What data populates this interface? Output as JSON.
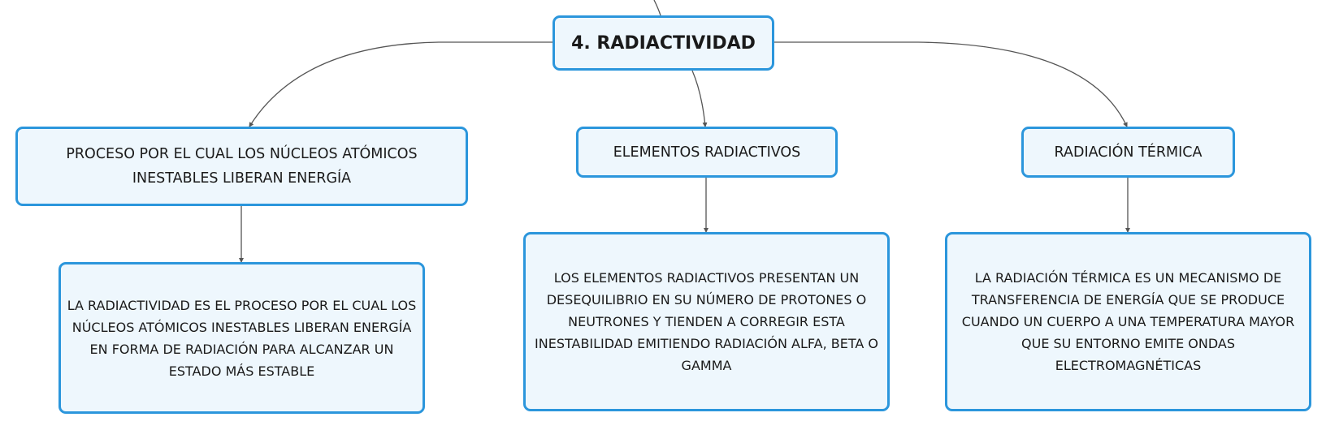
{
  "diagram": {
    "root": {
      "title": "4. RADIACTIVIDAD"
    },
    "branches": [
      {
        "label": "PROCESO POR EL CUAL LOS NÚCLEOS ATÓMICOS INESTABLES LIBERAN ENERGÍA",
        "detail": "LA RADIACTIVIDAD ES EL PROCESO POR EL CUAL LOS NÚCLEOS ATÓMICOS INESTABLES LIBERAN ENERGÍA EN FORMA DE RADIACIÓN PARA ALCANZAR UN ESTADO MÁS ESTABLE"
      },
      {
        "label": "ELEMENTOS RADIACTIVOS",
        "detail": "LOS ELEMENTOS RADIACTIVOS PRESENTAN UN DESEQUILIBRIO EN SU NÚMERO DE PROTONES O NEUTRONES Y TIENDEN A CORREGIR ESTA INESTABILIDAD EMITIENDO RADIACIÓN ALFA, BETA O GAMMA"
      },
      {
        "label": "RADIACIÓN TÉRMICA",
        "detail": "LA RADIACIÓN TÉRMICA ES UN MECANISMO DE TRANSFERENCIA DE ENERGÍA QUE SE PRODUCE CUANDO UN CUERPO A UNA TEMPERATURA MAYOR QUE SU ENTORNO EMITE ONDAS ELECTROMAGNÉTICAS"
      }
    ]
  },
  "colors": {
    "node_border": "#2b96dc",
    "node_fill": "#eef7fd",
    "connector": "#555555"
  }
}
